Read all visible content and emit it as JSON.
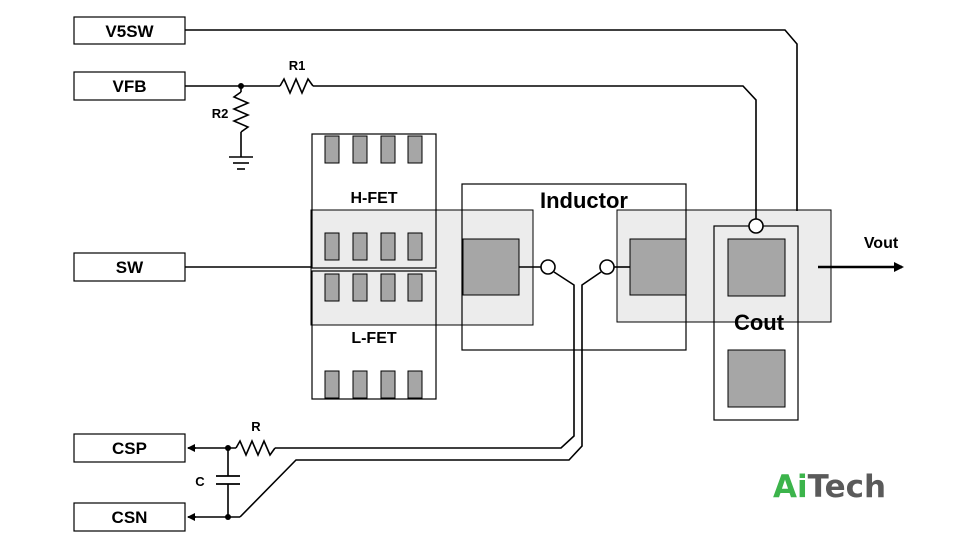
{
  "pins": {
    "v5sw": "V5SW",
    "vfb": "VFB",
    "sw": "SW",
    "csp": "CSP",
    "csn": "CSN"
  },
  "components": {
    "r1": "R1",
    "r2": "R2",
    "r": "R",
    "c": "C",
    "hfet": "H-FET",
    "lfet": "L-FET",
    "inductor": "Inductor",
    "cout": "Cout",
    "vout": "Vout"
  },
  "logo": {
    "part1": "Ai",
    "part2": "Tech",
    "color1": "#3cb44b",
    "color2": "#5a5a5a"
  },
  "colors": {
    "pad_fill": "#a6a6a6",
    "copper_fill": "#ececec",
    "line": "#000000"
  }
}
